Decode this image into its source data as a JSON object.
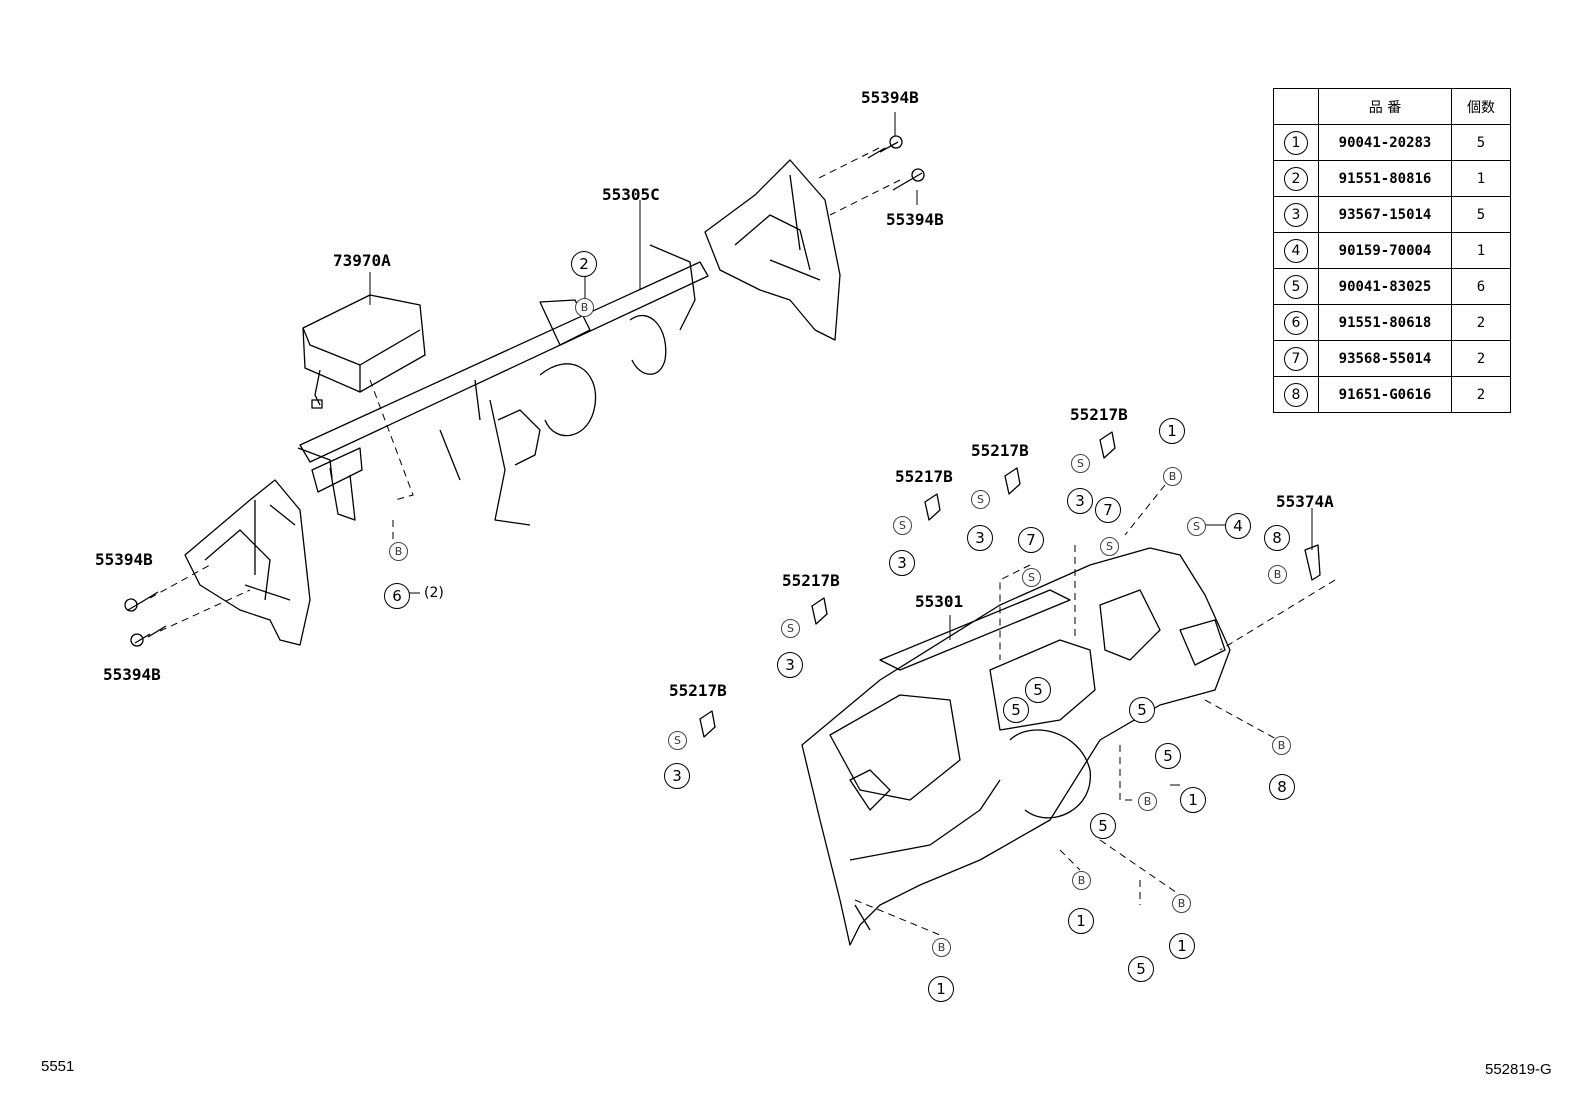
{
  "table": {
    "headers": [
      "",
      "品 番",
      "個数"
    ],
    "rows": [
      {
        "ref": "1",
        "part": "90041-20283",
        "qty": "5"
      },
      {
        "ref": "2",
        "part": "91551-80816",
        "qty": "1"
      },
      {
        "ref": "3",
        "part": "93567-15014",
        "qty": "5"
      },
      {
        "ref": "4",
        "part": "90159-70004",
        "qty": "1"
      },
      {
        "ref": "5",
        "part": "90041-83025",
        "qty": "6"
      },
      {
        "ref": "6",
        "part": "91551-80618",
        "qty": "2"
      },
      {
        "ref": "7",
        "part": "93568-55014",
        "qty": "2"
      },
      {
        "ref": "8",
        "part": "91651-G0616",
        "qty": "2"
      }
    ]
  },
  "labels": {
    "bolt_top_1": "55394B",
    "bolt_top_2": "55394B",
    "reinforcement": "55305C",
    "airbag": "73970A",
    "bolt_left_1": "55394B",
    "bolt_left_2": "55394B",
    "clip_a": "55217B",
    "clip_b": "55217B",
    "clip_c": "55217B",
    "clip_d": "55217B",
    "clip_e": "55217B",
    "panel": "55301",
    "bracket": "55374A",
    "qty_note": "(2)"
  },
  "markers": {
    "one": "1",
    "two": "2",
    "three": "3",
    "four": "4",
    "five": "5",
    "six": "6",
    "seven": "7",
    "eight": "8",
    "b": "B",
    "s": "S"
  },
  "footer": {
    "left_code": "5551",
    "right_code": "552819-G"
  }
}
